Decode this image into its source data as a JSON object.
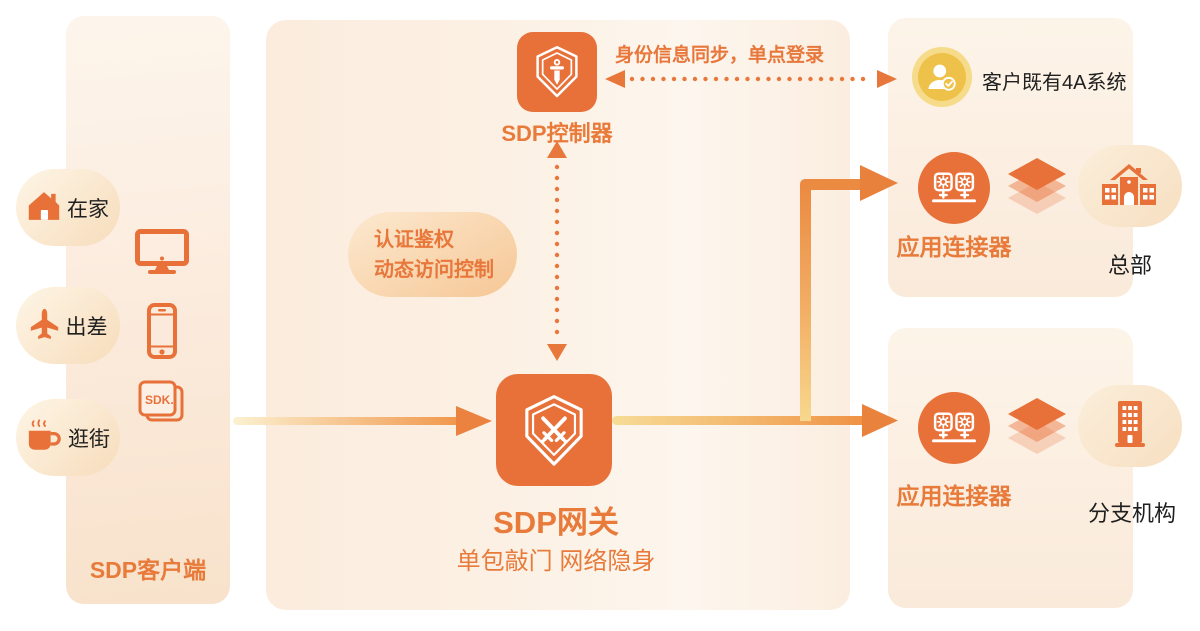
{
  "client_panel": {
    "title": "SDP客户端",
    "scenarios": [
      {
        "label": "在家"
      },
      {
        "label": "出差"
      },
      {
        "label": "逛街"
      }
    ],
    "sdk_badge": "SDK."
  },
  "controller": {
    "label": "SDP控制器"
  },
  "auth_bubble": {
    "line1": "认证鉴权",
    "line2": "动态访问控制"
  },
  "gateway": {
    "label": "SDP网关",
    "subtitle": "单包敲门 网络隐身"
  },
  "sync_arrow": {
    "label": "身份信息同步，单点登录"
  },
  "hq_panel": {
    "system_label": "客户既有4A系统",
    "connector_label": "应用连接器",
    "site_label": "总部"
  },
  "branch_panel": {
    "connector_label": "应用连接器",
    "site_label": "分支机构"
  },
  "colors": {
    "primary_orange": "#e8713a",
    "accent_yellow": "#eec24a",
    "text_dark": "#1f1f1f"
  }
}
